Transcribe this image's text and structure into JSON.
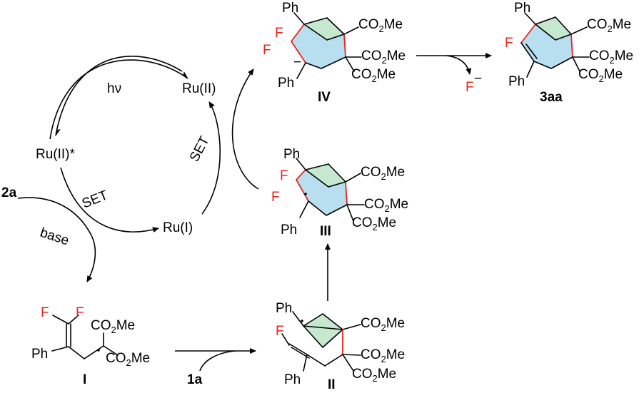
{
  "colors": {
    "highlight_red": "#e8231c",
    "ring_blue": "#b8dff0",
    "ring_green": "#c5e8cf",
    "ink": "#000000"
  },
  "cycle": {
    "hv": "hν",
    "ru_ii_star": "Ru(II)*",
    "ru_ii": "Ru(II)",
    "ru_i": "Ru(I)",
    "set_left": "SET",
    "set_right": "SET",
    "base": "base",
    "reagent_2a": "2a",
    "reagent_1a": "1a",
    "fluoride": "F",
    "fluoride_charge": "−"
  },
  "compounds": {
    "I": {
      "label": "I",
      "F1": "F",
      "F2": "F",
      "Ph": "Ph",
      "ester1": "CO2Me",
      "ester2": "CO2Me"
    },
    "II": {
      "label": "II",
      "F": "F",
      "Ph_top": "Ph",
      "Ph_bottom": "Ph",
      "ester1": "CO2Me",
      "ester2": "CO2Me",
      "ester3": "CO2Me"
    },
    "III": {
      "label": "III",
      "F1": "F",
      "F2": "F",
      "Ph_top": "Ph",
      "Ph_bottom": "Ph",
      "ester1": "CO2Me",
      "ester2": "CO2Me",
      "ester3": "CO2Me"
    },
    "IV": {
      "label": "IV",
      "F1": "F",
      "F2": "F",
      "Ph_top": "Ph",
      "Ph_bottom": "Ph",
      "ester1": "CO2Me",
      "ester2": "CO2Me",
      "ester3": "CO2Me",
      "charge": "−"
    },
    "3aa": {
      "label": "3aa",
      "F": "F",
      "Ph_top": "Ph",
      "Ph_bottom": "Ph",
      "ester1": "CO2Me",
      "ester2": "CO2Me",
      "ester3": "CO2Me"
    }
  }
}
